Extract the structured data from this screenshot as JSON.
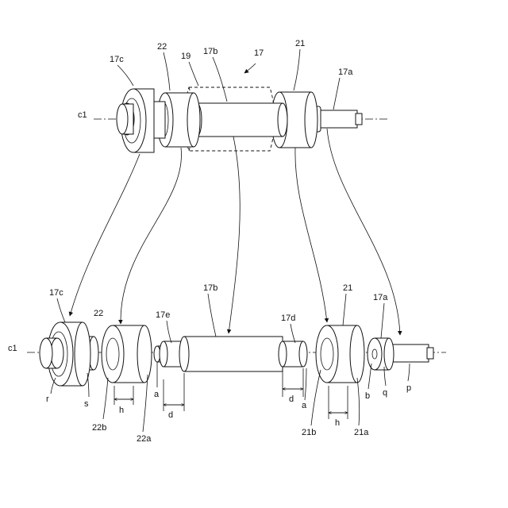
{
  "labels": {
    "top_17c": "17c",
    "top_22": "22",
    "top_19": "19",
    "top_17b": "17b",
    "top_17": "17",
    "top_21": "21",
    "top_17a": "17a",
    "top_c1": "c1",
    "bot_17c": "17c",
    "bot_22": "22",
    "bot_17e": "17e",
    "bot_17b": "17b",
    "bot_17d": "17d",
    "bot_21": "21",
    "bot_17a": "17a",
    "bot_c1": "c1",
    "bot_r": "r",
    "bot_s": "s",
    "bot_22b": "22b",
    "bot_h_left": "h",
    "bot_22a": "22a",
    "bot_a_left": "a",
    "bot_d_left": "d",
    "bot_d_right": "d",
    "bot_a_right": "a",
    "bot_21b": "21b",
    "bot_h_right": "h",
    "bot_21a": "21a",
    "bot_b": "b",
    "bot_q": "q",
    "bot_p": "p"
  }
}
